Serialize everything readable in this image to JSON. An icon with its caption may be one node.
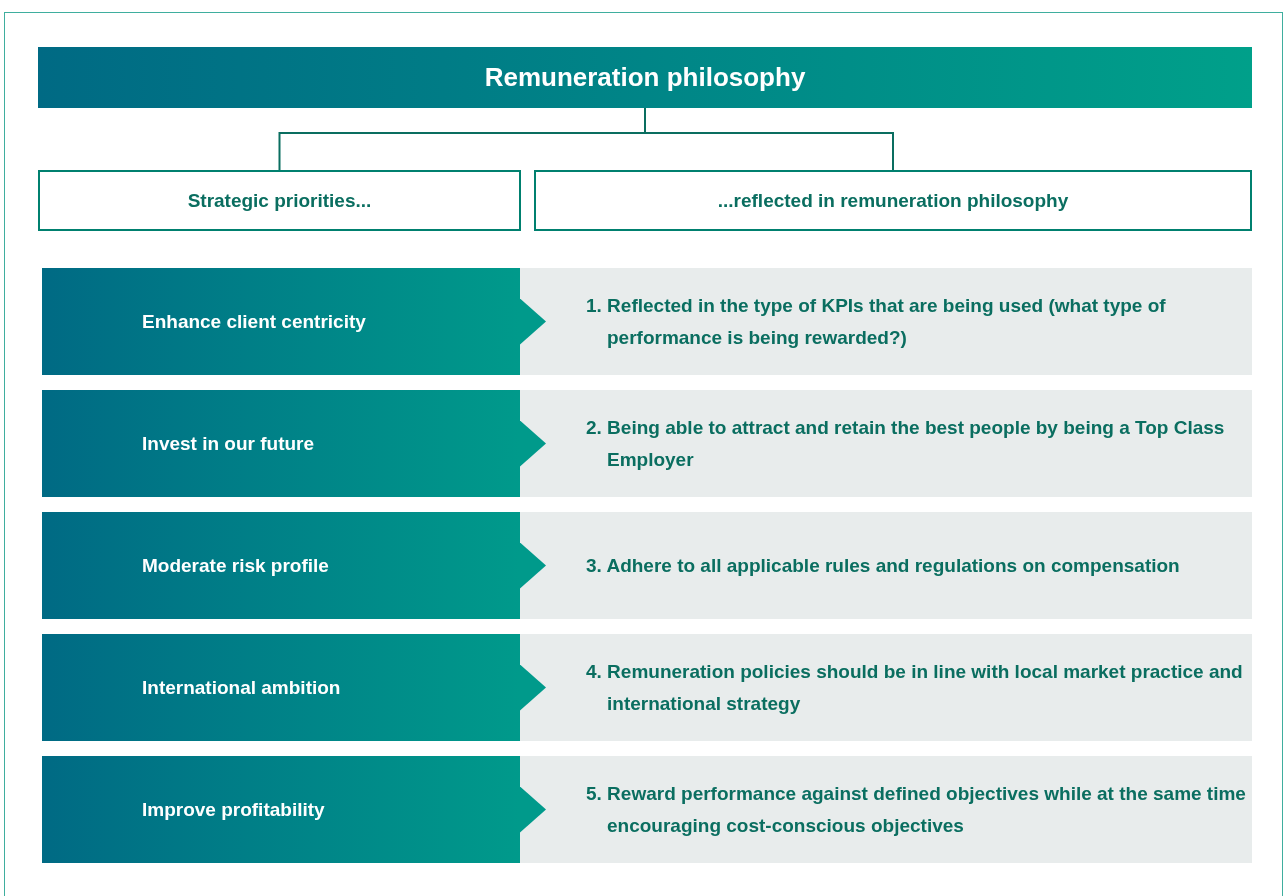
{
  "diagram": {
    "nodes": [
      {
        "text": [
          "Remuneration philosophy"
        ]
      },
      {
        "text": [
          "Strategic priorities..."
        ]
      },
      {
        "text": [
          "...reflected in remuneration philosophy"
        ]
      },
      {
        "text": [
          "Enhance client centricity"
        ]
      },
      {
        "text": [
          "1. Reflected in the type of KPIs that are being used (what type of performance is being rewarded?)"
        ]
      },
      {
        "text": [
          "Invest in our future"
        ]
      },
      {
        "text": [
          "2. Being able to attract and retain the best people by being a Top Class Employer"
        ]
      },
      {
        "text": [
          "Moderate risk profile"
        ]
      },
      {
        "text": [
          "3. Adhere to all applicable rules and regulations on compensation"
        ]
      },
      {
        "text": [
          "International ambition"
        ]
      },
      {
        "text": [
          "4. Remuneration policies should be in line with local market practice and international strategy"
        ]
      },
      {
        "text": [
          "Improve profitability"
        ]
      },
      {
        "text": [
          "5. Reward performance against defined objectives while at the same time encouraging cost-conscious objectives"
        ]
      }
    ],
    "edges": [
      {
        "from": 0,
        "to": 1,
        "arrow": "none"
      },
      {
        "from": 0,
        "to": 2,
        "arrow": "none"
      },
      {
        "from": 3,
        "to": 4,
        "arrow": "to"
      },
      {
        "from": 5,
        "to": 6,
        "arrow": "to"
      },
      {
        "from": 7,
        "to": 8,
        "arrow": "to"
      },
      {
        "from": 9,
        "to": 10,
        "arrow": "to"
      },
      {
        "from": 11,
        "to": 12,
        "arrow": "to"
      }
    ]
  }
}
